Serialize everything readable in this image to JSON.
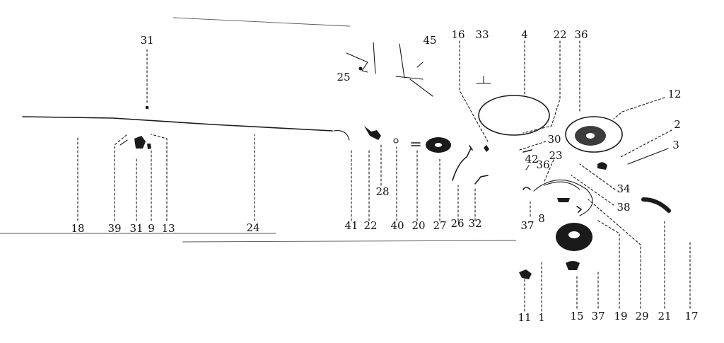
{
  "diagram": {
    "type": "exploded-parts-view",
    "callouts": [
      {
        "id": "c31a",
        "label": "31"
      },
      {
        "id": "c18",
        "label": "18"
      },
      {
        "id": "c39",
        "label": "39"
      },
      {
        "id": "c31b",
        "label": "31"
      },
      {
        "id": "c9",
        "label": "9"
      },
      {
        "id": "c13",
        "label": "13"
      },
      {
        "id": "c24",
        "label": "24"
      },
      {
        "id": "c25",
        "label": "25"
      },
      {
        "id": "c45",
        "label": "45"
      },
      {
        "id": "c16",
        "label": "16"
      },
      {
        "id": "c33",
        "label": "33"
      },
      {
        "id": "c4",
        "label": "4"
      },
      {
        "id": "c22a",
        "label": "22"
      },
      {
        "id": "c36a",
        "label": "36"
      },
      {
        "id": "c12",
        "label": "12"
      },
      {
        "id": "c2",
        "label": "2"
      },
      {
        "id": "c3",
        "label": "3"
      },
      {
        "id": "c30",
        "label": "30"
      },
      {
        "id": "c42",
        "label": "42"
      },
      {
        "id": "c23",
        "label": "23"
      },
      {
        "id": "c36b",
        "label": "36"
      },
      {
        "id": "c34",
        "label": "34"
      },
      {
        "id": "c38",
        "label": "38"
      },
      {
        "id": "c41",
        "label": "41"
      },
      {
        "id": "c22b",
        "label": "22"
      },
      {
        "id": "c28",
        "label": "28"
      },
      {
        "id": "c40",
        "label": "40"
      },
      {
        "id": "c20",
        "label": "20"
      },
      {
        "id": "c27",
        "label": "27"
      },
      {
        "id": "c26",
        "label": "26"
      },
      {
        "id": "c32",
        "label": "32"
      },
      {
        "id": "c37a",
        "label": "37"
      },
      {
        "id": "c8",
        "label": "8"
      },
      {
        "id": "c11",
        "label": "11"
      },
      {
        "id": "c1",
        "label": "1"
      },
      {
        "id": "c15",
        "label": "15"
      },
      {
        "id": "c37b",
        "label": "37"
      },
      {
        "id": "c19",
        "label": "19"
      },
      {
        "id": "c29",
        "label": "29"
      },
      {
        "id": "c21",
        "label": "21"
      },
      {
        "id": "c17",
        "label": "17"
      }
    ]
  }
}
